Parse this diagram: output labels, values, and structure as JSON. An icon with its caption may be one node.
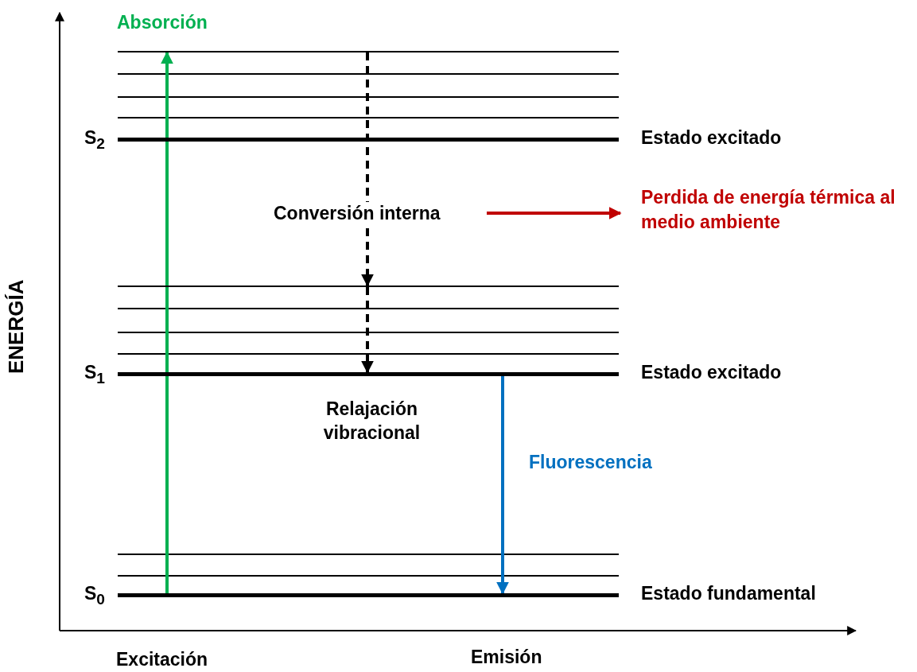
{
  "diagram": {
    "nodes": [
      {
        "text": [],
        "shape": "bar"
      },
      {
        "text": [],
        "shape": "bar",
        "beside": [
          "S$_{2}$",
          "Estado excitado"
        ]
      },
      {
        "text": [],
        "shape": "bar"
      },
      {
        "text": [],
        "shape": "bar",
        "beside": [
          "S$_{1}$",
          "Estado excitado"
        ]
      },
      {
        "text": [],
        "shape": "bar",
        "beside": [
          "S$_{0}$",
          "Estado fundamental"
        ]
      },
      {
        "text": [
          "Perdida de energía térmica al medio ambiente"
        ]
      }
    ],
    "edges": [
      {
        "from": 4,
        "to": 0,
        "arrow": "to",
        "label": "Absorción",
        "color": "#00b050"
      },
      {
        "from": 0,
        "to": 2,
        "arrow": "to",
        "label": "Conversión interna",
        "style": "dashed"
      },
      {
        "from": 2,
        "to": 3,
        "arrow": "to",
        "style": "dashed"
      },
      {
        "from": 3,
        "to": 4,
        "arrow": "to",
        "label": "Fluorescencia",
        "color": "#0070c0"
      },
      {
        "from": null,
        "to": 5,
        "arrow": "to",
        "color": "#c00000"
      }
    ],
    "labels": [
      "ENERGÍA",
      "Relajación vibracional",
      "Excitación",
      "Emisión"
    ]
  }
}
